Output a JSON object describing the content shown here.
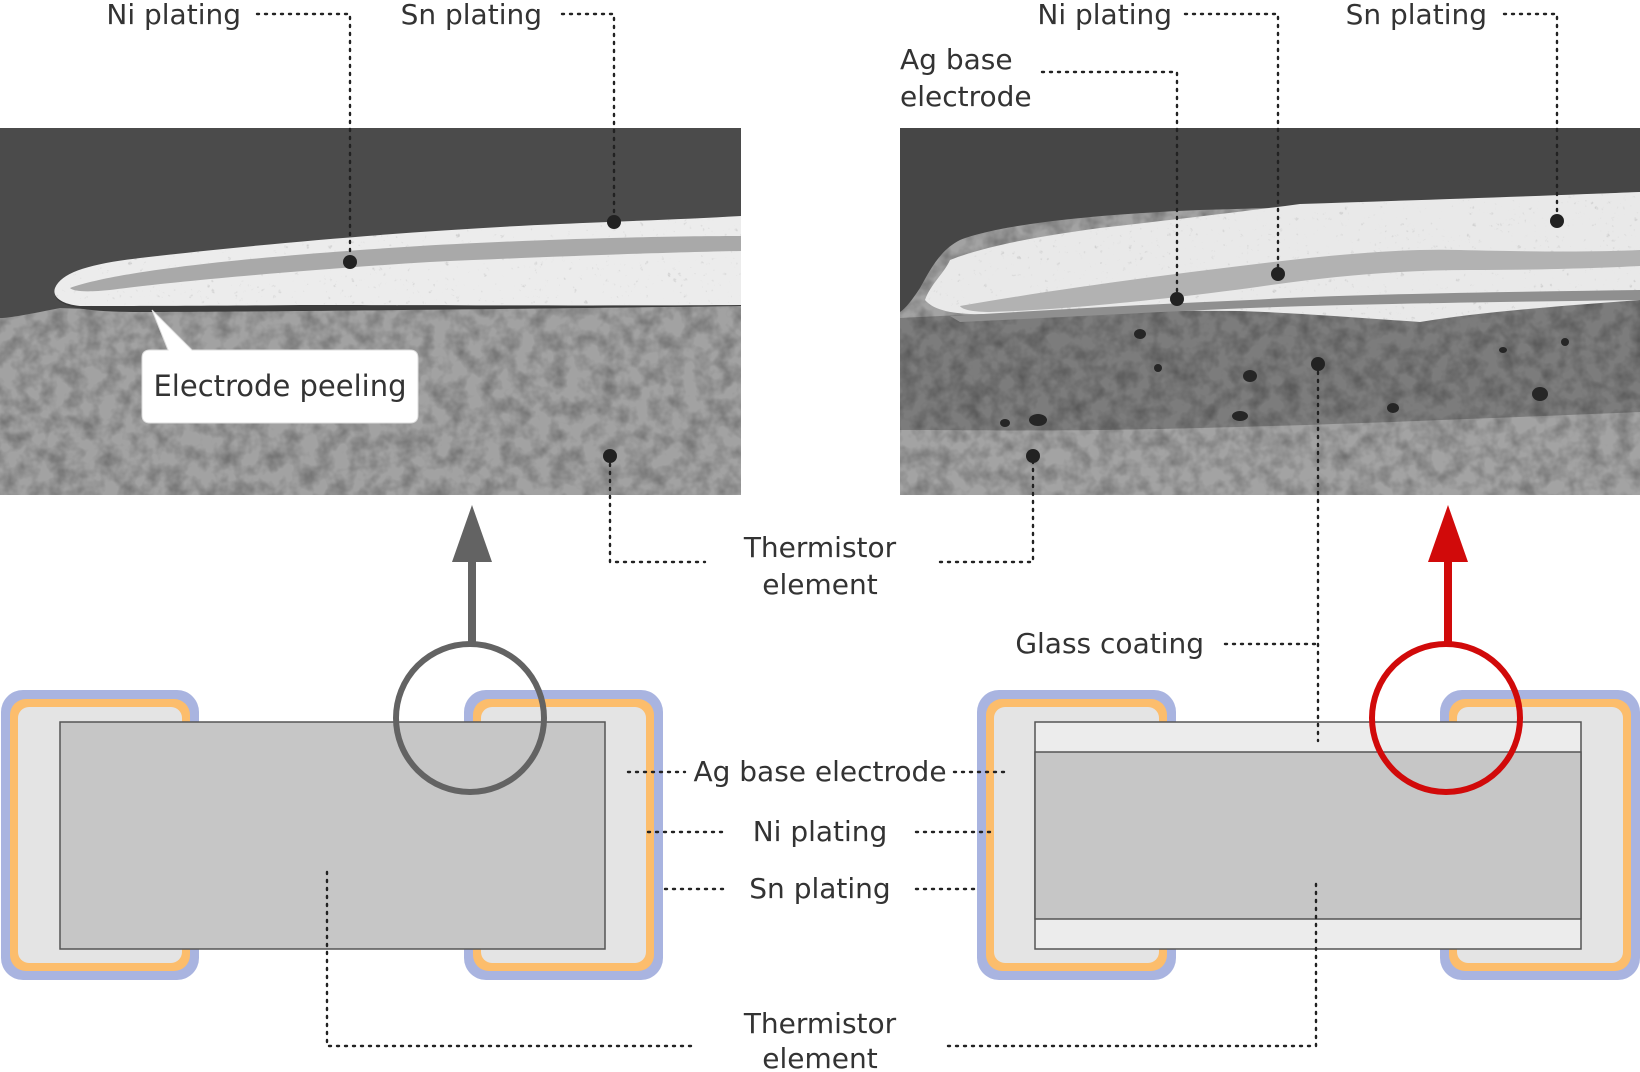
{
  "labels": {
    "top_left_ni": "Ni plating",
    "top_left_sn": "Sn plating",
    "top_right_ni": "Ni plating",
    "top_right_sn": "Sn plating",
    "ag_base_line1": "Ag base",
    "ag_base_line2": "electrode",
    "electrode_peeling": "Electrode peeling",
    "thermistor_mid_line1": "Thermistor",
    "thermistor_mid_line2": "element",
    "glass_coating": "Glass coating",
    "ag_base_center": "Ag base electrode",
    "ni_center": "Ni plating",
    "sn_center": "Sn plating",
    "thermistor_bottom_line1": "Thermistor",
    "thermistor_bottom_line2": "element"
  },
  "colors": {
    "sn_plating": "#a9b4e0",
    "ni_plating": "#fcbd6c",
    "ag_electrode": "#e4e4e4",
    "thermistor": "#c6c6c6",
    "glass_coating": "#ececec",
    "left_highlight": "#636363",
    "right_highlight": "#d10a0a",
    "micrograph_dark": "#4a4a4a",
    "micrograph_light": "#9a9a9a"
  }
}
